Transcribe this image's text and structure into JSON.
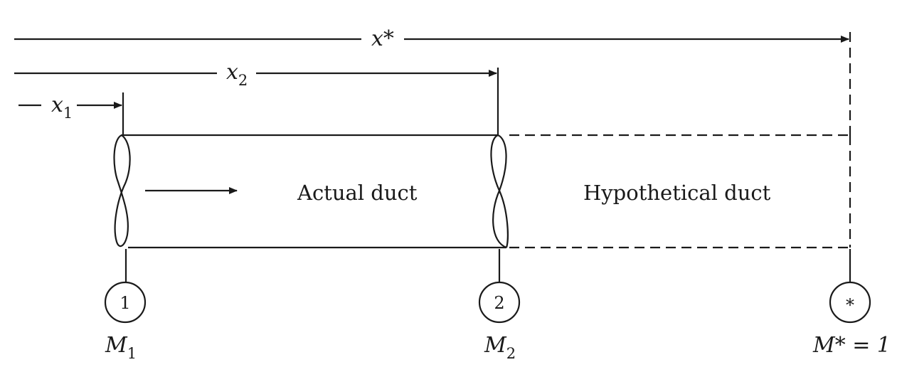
{
  "labels": {
    "x_star": "x*",
    "x2": {
      "base": "x",
      "sub": "2"
    },
    "x1": {
      "base": "x",
      "sub": "1"
    },
    "actual_duct": "Actual duct",
    "hypothetical_duct": "Hypothetical duct"
  },
  "stations": [
    {
      "id": "1",
      "mach_base": "M",
      "mach_sub": "1"
    },
    {
      "id": "2",
      "mach_base": "M",
      "mach_sub": "2"
    },
    {
      "id": "*",
      "mach_label": "M* = 1"
    }
  ]
}
